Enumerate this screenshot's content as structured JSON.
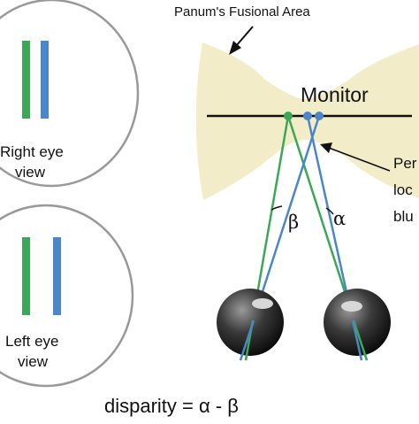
{
  "labels": {
    "fusional_area": "Panum's Fusional Area",
    "monitor": "Monitor",
    "right_eye_line1": "Right eye",
    "right_eye_line2": "view",
    "left_eye_line1": "Left eye",
    "left_eye_line2": "view",
    "percept_line1": "Per",
    "percept_line2": "loc",
    "percept_line3": "blu",
    "beta": "β",
    "alpha": "α",
    "disparity": "disparity = α - β"
  },
  "colors": {
    "green": "#3aa856",
    "blue": "#4a86c8",
    "fusional_area_fill": "#f2edc8",
    "circle_stroke": "#999999",
    "eye_dark": "#222222"
  }
}
